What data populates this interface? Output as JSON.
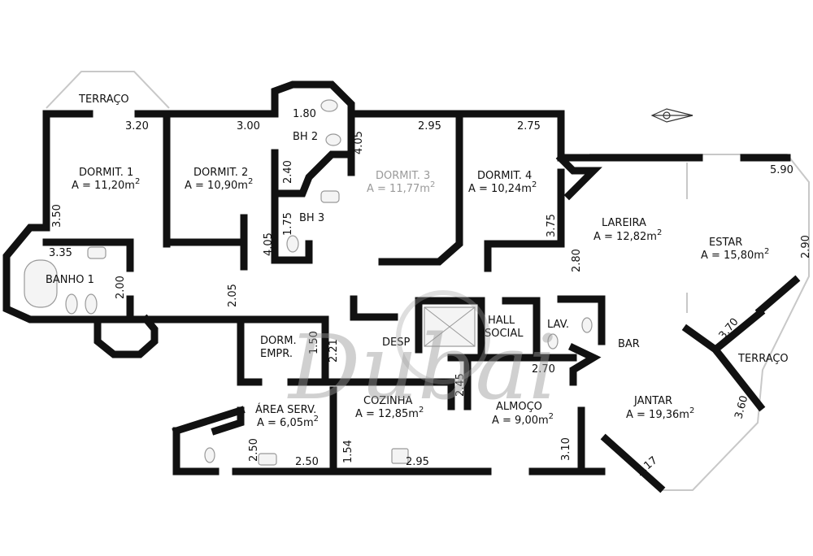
{
  "rooms": {
    "terraco_1": {
      "name": "TERRAÇO"
    },
    "dormit_1": {
      "name": "DORMIT. 1",
      "area": "A = 11,20m",
      "sup": "2"
    },
    "dormit_2": {
      "name": "DORMIT. 2",
      "area": "A = 10,90m",
      "sup": "2"
    },
    "bh_2": {
      "name": "BH 2"
    },
    "bh_3": {
      "name": "BH 3"
    },
    "dormit_3": {
      "name": "DORMIT. 3",
      "area": "A = 11,77m",
      "sup": "2"
    },
    "dormit_4": {
      "name": "DORMIT. 4",
      "area": "A = 10,24m",
      "sup": "2"
    },
    "lareira": {
      "name": "LAREIRA",
      "area": "A = 12,82m",
      "sup": "2"
    },
    "estar": {
      "name": "ESTAR",
      "area": "A = 15,80m",
      "sup": "2"
    },
    "banho_1": {
      "name": "BANHO 1"
    },
    "hall_social": {
      "line1": "HALL",
      "line2": "SOCIAL"
    },
    "lav": {
      "name": "LAV."
    },
    "bar": {
      "name": "BAR"
    },
    "terraco_2": {
      "name": "TERRAÇO"
    },
    "dorm_empr": {
      "line1": "DORM.",
      "line2": "EMPR."
    },
    "desp": {
      "name": "DESP"
    },
    "area_serv": {
      "name": "ÁREA SERV.",
      "area": "A = 6,05m",
      "sup": "2"
    },
    "cozinha": {
      "name": "COZINHA",
      "area": "A = 12,85m",
      "sup": "2"
    },
    "almoco": {
      "name": "ALMOÇO",
      "area": "A = 9,00m",
      "sup": "2"
    },
    "jantar": {
      "name": "JANTAR",
      "area": "A = 19,36m",
      "sup": "2"
    }
  },
  "dimensions": {
    "d_3_20": "3.20",
    "d_3_00": "3.00",
    "d_1_80": "1.80",
    "d_2_95_top": "2.95",
    "d_2_75": "2.75",
    "d_5_90": "5.90",
    "d_4_05_bh": "4.05",
    "d_2_40": "2.40",
    "d_1_75": "1.75",
    "d_3_50": "3.50",
    "d_4_05_d2": "4.05",
    "d_3_75": "3.75",
    "d_2_80": "2.80",
    "d_2_90": "2.90",
    "d_3_35": "3.35",
    "d_2_00": "2.00",
    "d_2_05": "2.05",
    "d_1_50": "1.50",
    "d_2_21": "2.21",
    "d_2_70": "2.70",
    "d_3_70": "3.70",
    "d_3_60": "3.60",
    "d_2_50_v": "2.50",
    "d_2_50_h": "2.50",
    "d_1_54": "1.54",
    "d_2_95_bot": "2.95",
    "d_3_10": "3.10",
    "d_2_17": "2.17",
    "d_2_45": "2.45"
  },
  "watermark": {
    "text": "Dubai"
  },
  "icons": {
    "compass": "compass-icon"
  }
}
